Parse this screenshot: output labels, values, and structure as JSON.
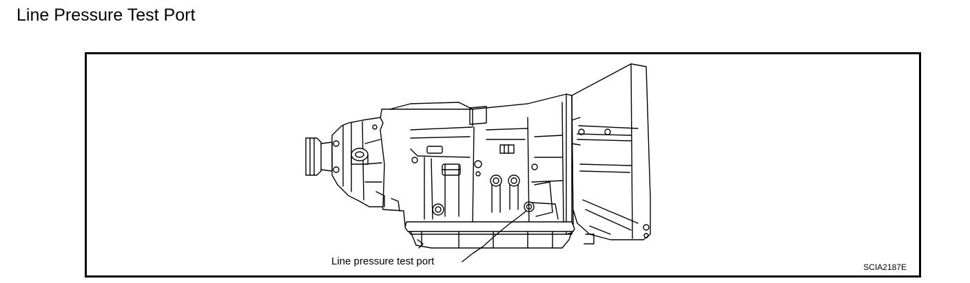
{
  "page": {
    "title": "Line Pressure Test Port"
  },
  "figure": {
    "callout_label": "Line pressure test port",
    "figure_code": "SCIA2187E",
    "icon": "transmission-side-view-illustration"
  }
}
